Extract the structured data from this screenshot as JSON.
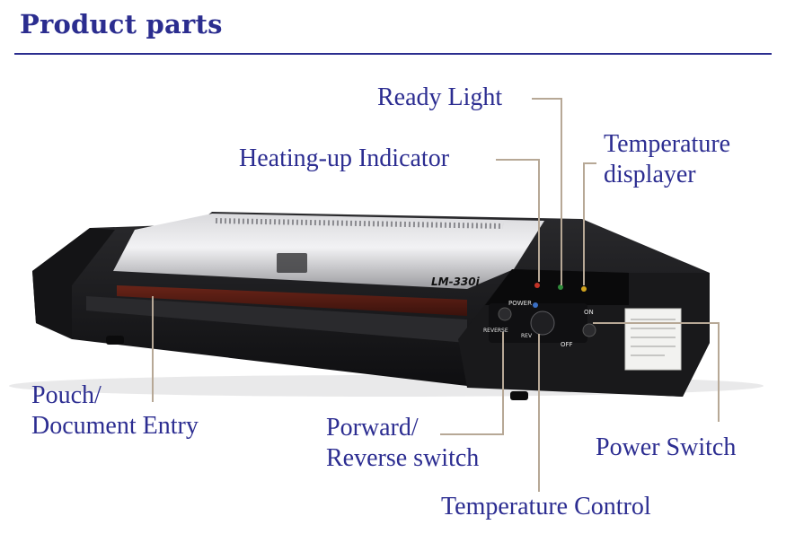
{
  "header": {
    "title": "Product parts"
  },
  "product": {
    "model_label": "LM-330i",
    "panel_labels": {
      "power": "POWER",
      "on": "ON",
      "off": "OFF",
      "reverse": "REVERSE",
      "rev": "REV"
    }
  },
  "callouts": {
    "ready_light": "Ready Light",
    "heating_indicator": "Heating-up Indicator",
    "temp_display_line1": "Temperature",
    "temp_display_line2": "displayer",
    "pouch_line1": "Pouch/",
    "pouch_line2": "Document Entry",
    "fwd_rev_line1": "Porward/",
    "fwd_rev_line2": "Reverse switch",
    "power_switch": "Power Switch",
    "temp_control": "Temperature Control"
  },
  "colors": {
    "heading": "#2b2d8f",
    "callout_text": "#2c2d91",
    "leader_line": "#b7a896",
    "device_body": "#1c1c1e"
  }
}
